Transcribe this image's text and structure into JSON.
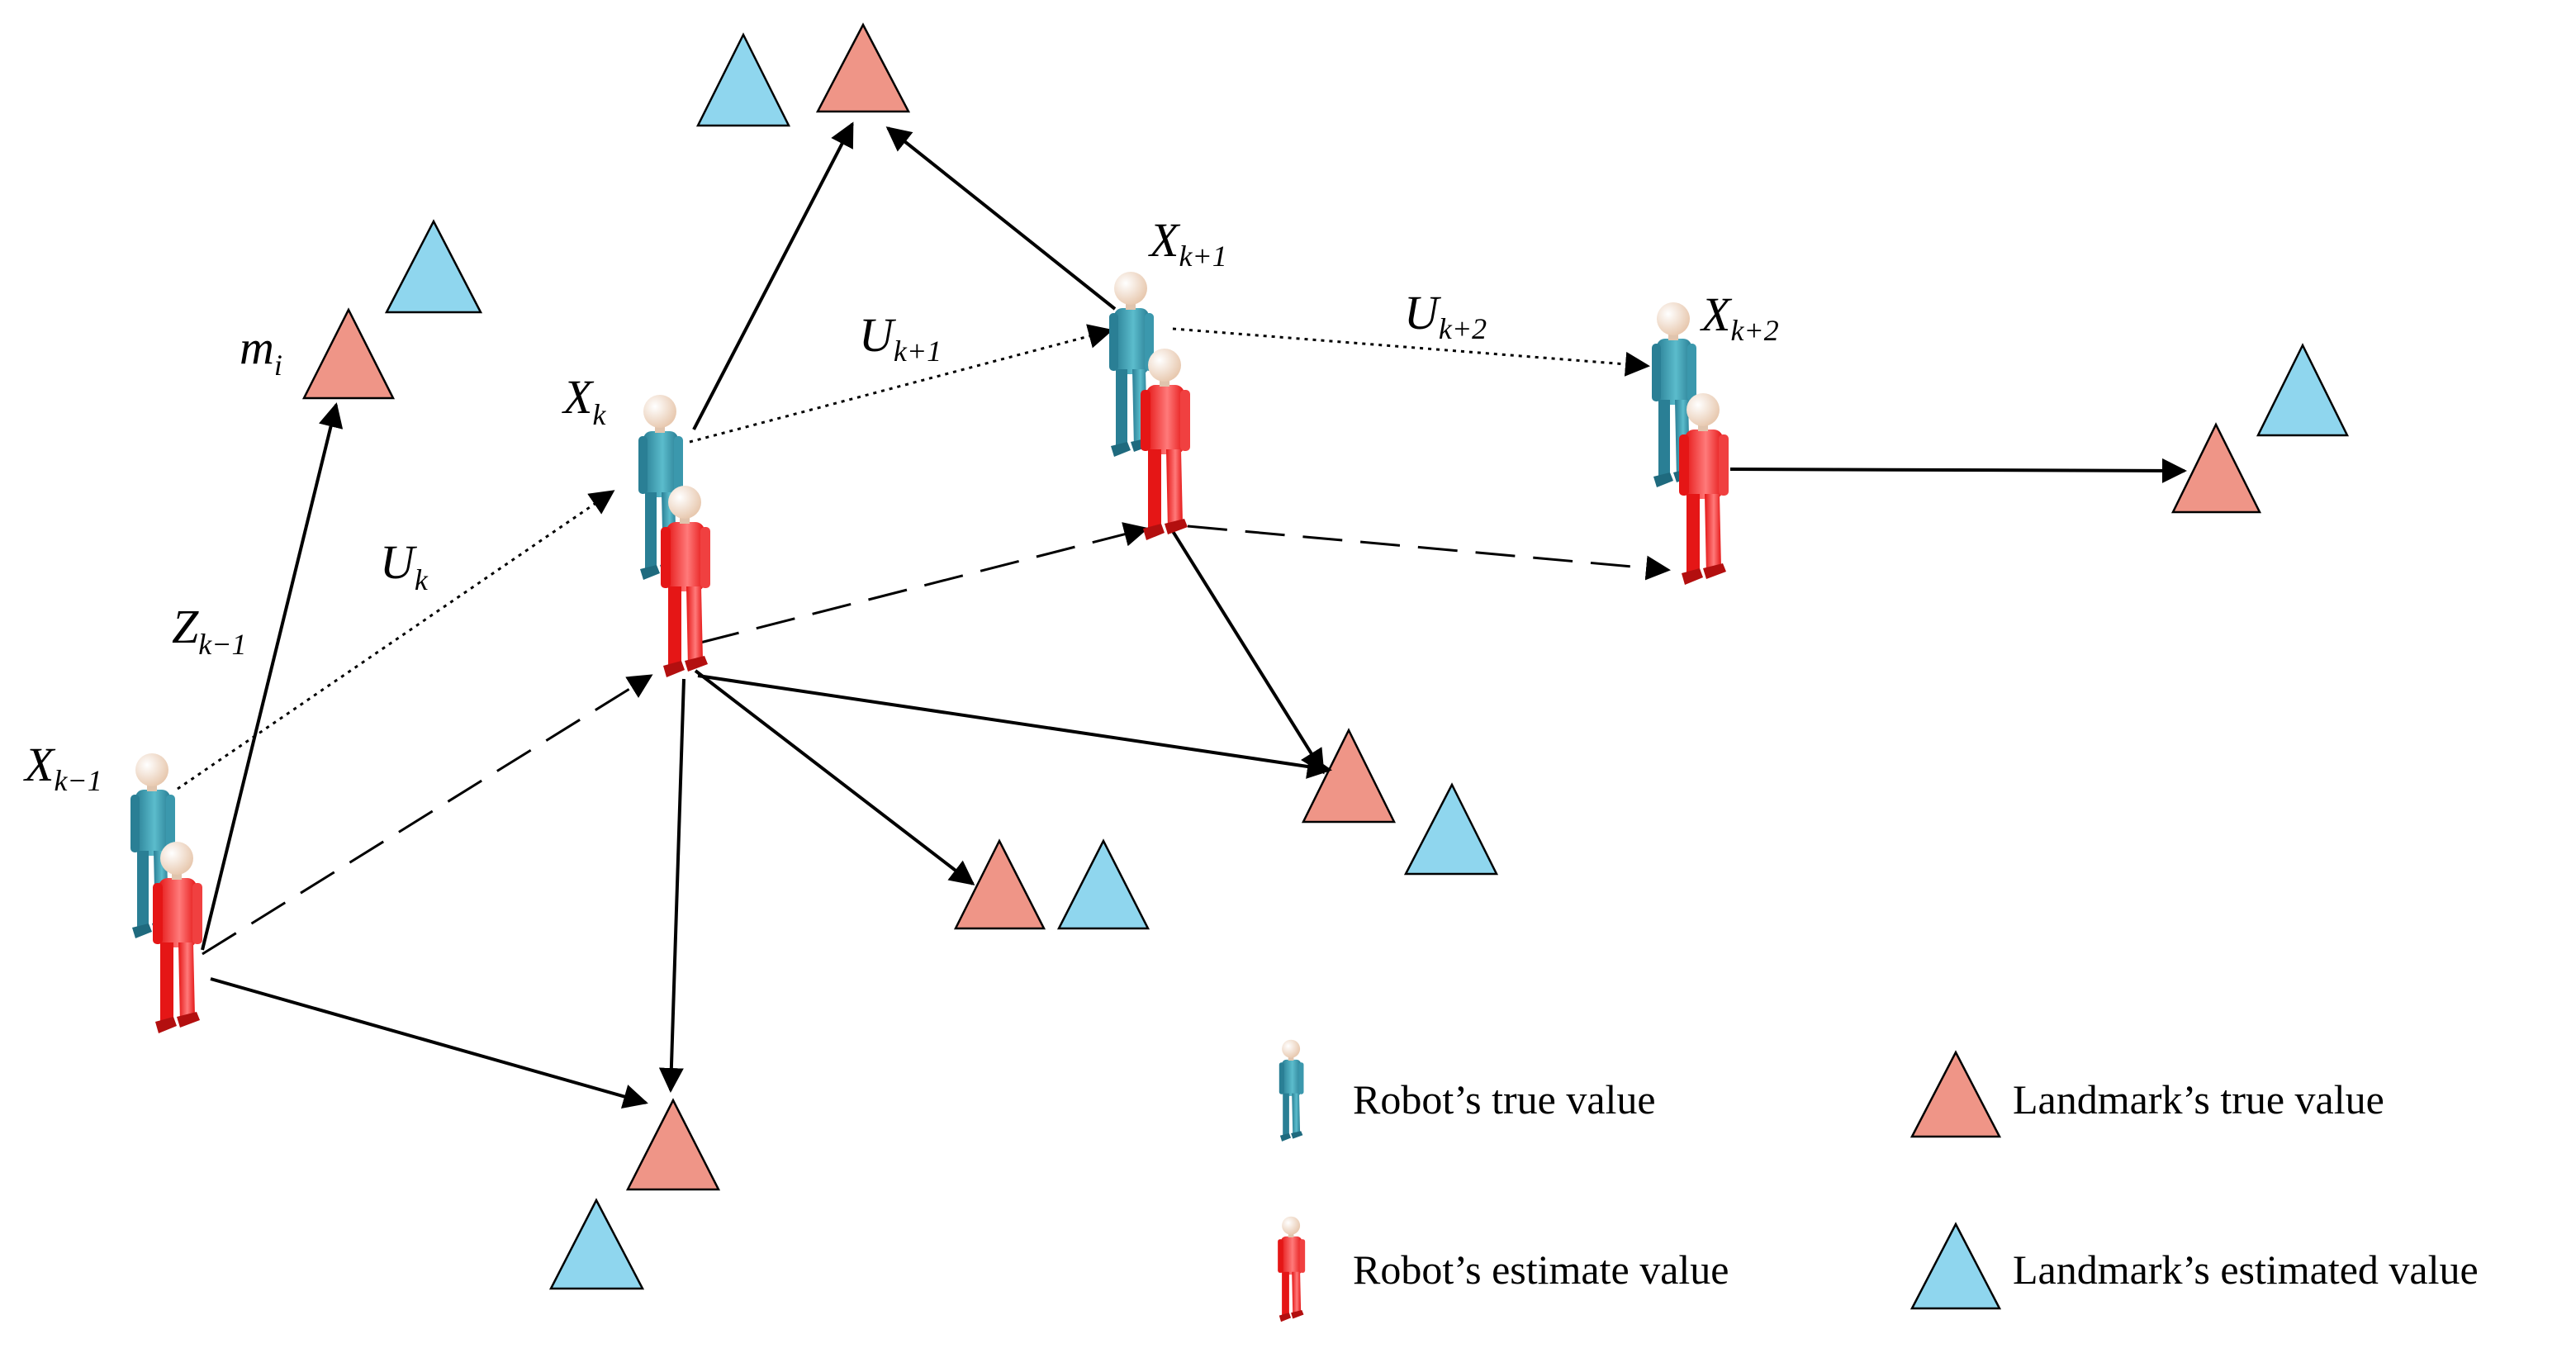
{
  "colors": {
    "robot_true": "#5bbccc",
    "robot_true_dark": "#2a7f95",
    "robot_estimate": "#ff7a7a",
    "robot_estimate_dark": "#e51616",
    "landmark_true": "#ef9587",
    "landmark_estimated": "#8fd6ee",
    "stroke": "#000000",
    "head": "#f1d9c4"
  },
  "labels": {
    "x_km1": {
      "main": "X",
      "sub": "k−1"
    },
    "x_k": {
      "main": "X",
      "sub": "k"
    },
    "x_kp1": {
      "main": "X",
      "sub": "k+1"
    },
    "x_kp2": {
      "main": "X",
      "sub": "k+2"
    },
    "u_k": {
      "main": "U",
      "sub": "k"
    },
    "u_kp1": {
      "main": "U",
      "sub": "k+1"
    },
    "u_kp2": {
      "main": "U",
      "sub": "k+2"
    },
    "z_km1": {
      "main": "Z",
      "sub": "k−1"
    },
    "m_i": {
      "main": "m",
      "sub": "i"
    }
  },
  "legend": {
    "robot_true": "Robot’s true value",
    "robot_estimate": "Robot’s estimate value",
    "landmark_true": "Landmark’s true value",
    "landmark_estimated": "Landmark’s estimated value"
  }
}
